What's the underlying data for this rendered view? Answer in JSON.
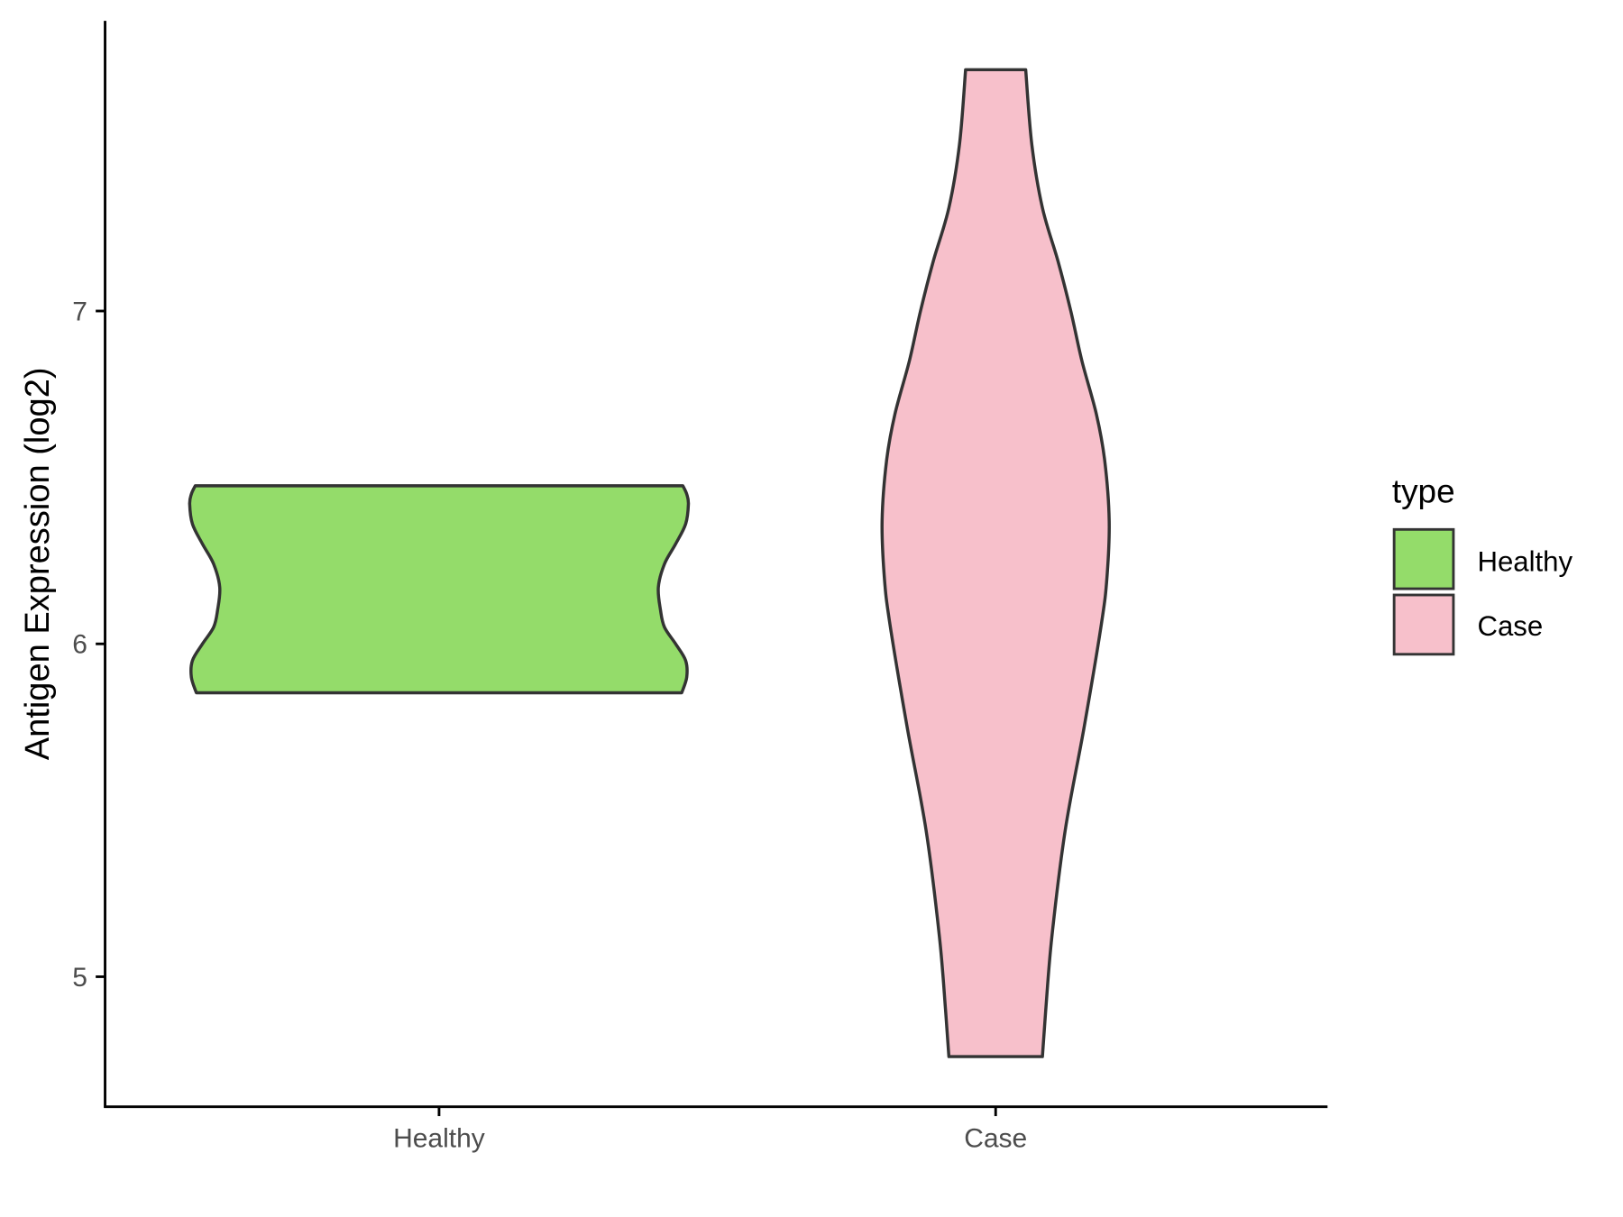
{
  "chart_data": {
    "type": "violin",
    "title": "",
    "xlabel": "",
    "ylabel": "Antigen Expression (log2)",
    "ylim": [
      4.61,
      7.87
    ],
    "yticks": [
      5,
      6,
      7
    ],
    "ytick_labels": [
      "5",
      "6",
      "7"
    ],
    "categories": [
      "Healthy",
      "Case"
    ],
    "grid": false,
    "legend": {
      "title": "type",
      "position": "right",
      "entries": [
        "Healthy",
        "Case"
      ]
    },
    "series": [
      {
        "name": "Healthy",
        "color": "#94DC6A",
        "outline": "#333333",
        "min": 5.853,
        "max": 6.475,
        "profile": [
          [
            5.853,
            0.436
          ],
          [
            5.9,
            0.445
          ],
          [
            5.95,
            0.443
          ],
          [
            6.0,
            0.425
          ],
          [
            6.05,
            0.405
          ],
          [
            6.1,
            0.398
          ],
          [
            6.17,
            0.394
          ],
          [
            6.24,
            0.405
          ],
          [
            6.3,
            0.425
          ],
          [
            6.36,
            0.443
          ],
          [
            6.42,
            0.448
          ],
          [
            6.45,
            0.445
          ],
          [
            6.475,
            0.438
          ]
        ]
      },
      {
        "name": "Case",
        "color": "#F7C0CB",
        "outline": "#333333",
        "min": 4.76,
        "max": 7.725,
        "profile": [
          [
            4.76,
            0.084
          ],
          [
            4.9,
            0.09
          ],
          [
            5.12,
            0.101
          ],
          [
            5.44,
            0.125
          ],
          [
            5.75,
            0.159
          ],
          [
            6.06,
            0.19
          ],
          [
            6.2,
            0.2
          ],
          [
            6.37,
            0.204
          ],
          [
            6.55,
            0.196
          ],
          [
            6.69,
            0.181
          ],
          [
            6.85,
            0.155
          ],
          [
            7.0,
            0.135
          ],
          [
            7.15,
            0.112
          ],
          [
            7.31,
            0.084
          ],
          [
            7.5,
            0.065
          ],
          [
            7.725,
            0.054
          ]
        ]
      }
    ]
  }
}
